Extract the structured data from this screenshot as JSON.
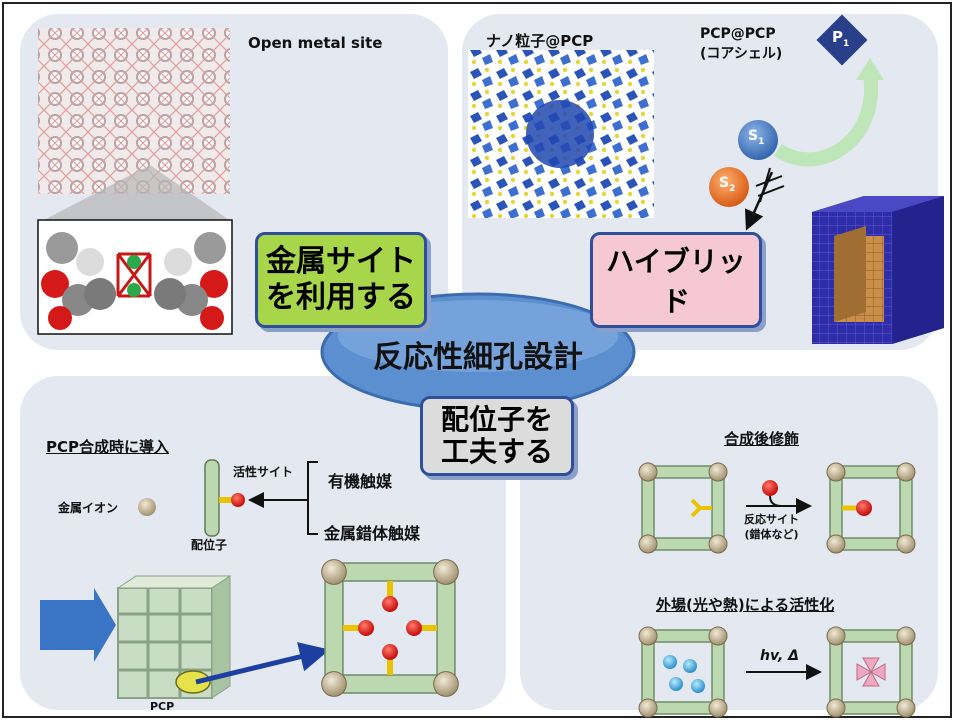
{
  "top_left": {
    "title": "Open metal site",
    "label_line1": "金属サイト",
    "label_line2": "を利用する"
  },
  "top_right": {
    "title": "ナノ粒子@PCP",
    "coreshell_line1": "PCP@PCP",
    "coreshell_line2": "(コアシェル)",
    "p1": "P",
    "p1_sub": "1",
    "s1": "S",
    "s1_sub": "1",
    "s2": "S",
    "s2_sub": "2",
    "hybrid_label": "ハイブリッド"
  },
  "center": {
    "title": "反応性細孔設計",
    "ligand_line1": "配位子を",
    "ligand_line2": "工夫する"
  },
  "bottom_left": {
    "title": "PCP合成時に導入",
    "metal_ion": "金属イオン",
    "active_site": "活性サイト",
    "ligand": "配位子",
    "organic_catalyst": "有機触媒",
    "metal_complex_catalyst": "金属錯体触媒",
    "pcp_label": "PCP"
  },
  "bottom_right": {
    "title1": "合成後修飾",
    "reaction_site_line1": "反応サイト",
    "reaction_site_line2": "(錯体など)",
    "title2": "外場(光や熱)による活性化",
    "hv": "hv, Δ"
  },
  "colors": {
    "panel_bg": "#e3e8f1",
    "ellipse": "#5b8fd0",
    "green_label": "#a8d64a",
    "pink_label": "#f6c8d4",
    "diamond": "#2a3f8a",
    "s1": "#3a6fc4",
    "s2": "#e8701c",
    "frame_rod": "#bcd8b0",
    "corner_bead": "#d2c4a0",
    "active_red": "#e02020",
    "cube": "#2c2aa0",
    "cube_inner": "#c8914f"
  }
}
